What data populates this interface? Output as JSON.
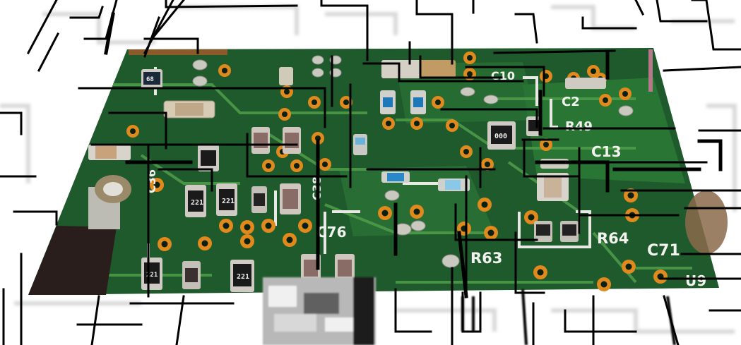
{
  "image": {
    "subject": "Printed circuit board photograph overlaid with black-and-white schematic line art",
    "colors": {
      "board_green": "#1f5a2c",
      "trace_green": "#3f8a3e",
      "pad_orange": "#e08a1e",
      "silkscreen": "#f2f2ee",
      "background": "#ffffff",
      "line_art": "#000000"
    }
  },
  "silkscreen_labels": {
    "c76": "C76",
    "r63": "R63",
    "r64": "R64",
    "c71": "C71",
    "c13": "C13",
    "r49": "R49",
    "c2": "C2",
    "c10": "C10",
    "u9": "U9",
    "c36": "C36",
    "c38": "C38"
  },
  "resistor_codes": {
    "r_a": "221",
    "r_b": "221",
    "r_c": "221",
    "r_d": "221",
    "r_e": "000",
    "r_f": "68"
  }
}
